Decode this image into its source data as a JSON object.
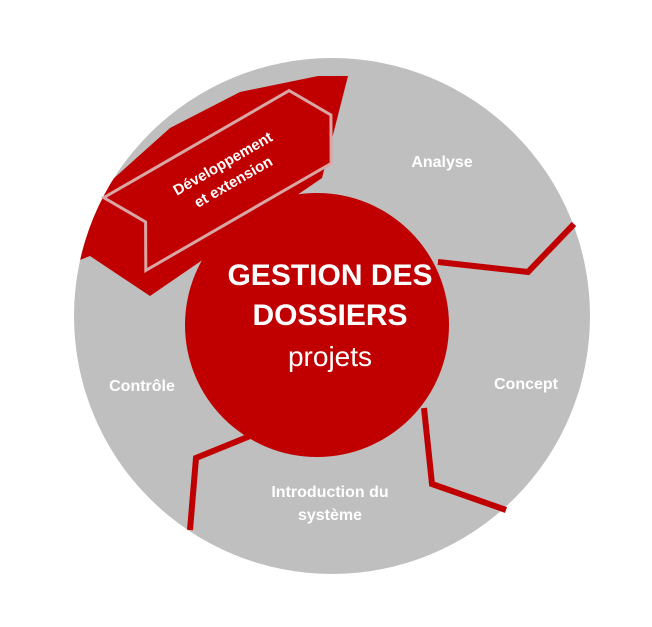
{
  "center": {
    "title_line1": "GESTION DES",
    "title_line2": "DOSSIERS",
    "subtitle": "projets"
  },
  "segments": {
    "analyse": "Analyse",
    "concept": "Concept",
    "introduction_line1": "Introduction du",
    "introduction_line2": "système",
    "controle": "Contrôle",
    "developpement_line1": "Développement",
    "developpement_line2": "et extension"
  },
  "colors": {
    "red": "#c00000",
    "grey": "#bfbfbf",
    "white": "#ffffff"
  }
}
